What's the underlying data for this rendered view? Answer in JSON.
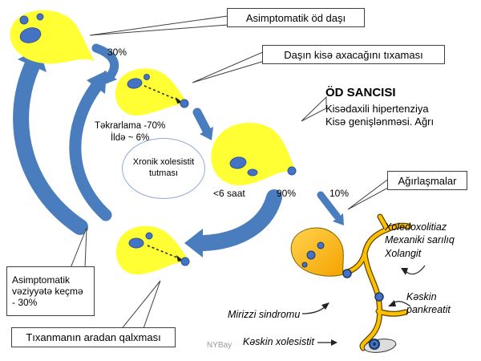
{
  "labels": {
    "asymptomatic_stone_box": "Asimptomatik öd daşı",
    "pct_30": "30%",
    "duct_blockage_box": "Daşın kisə axacağını tıxaması",
    "colic_title": "ÖD SANCISI",
    "colic_body": "Kisədaxili hipertenziya\nKisə genişlənməsi. Ağrı",
    "recurrence": "Təkrarlama -70%\nİldə ~ 6%",
    "chronic_ellipse": "Xronik xolesistit tutması",
    "under_6h": "<6 saat",
    "pct_90": "90%",
    "pct_10": "10%",
    "complications_box": "Ağırlaşmalar",
    "complications_list": "Xoledoxolitiaz\nMexaniki sarılıq\nXolangit",
    "acute_pancreatitis": "Kəskin pankreatit",
    "mirizzi": "Mirizzi sindromu",
    "acute_cholecystitis": "Kəskin xolesistit",
    "asymptomatic_return_box": "Asimptomatik vəziyyətə keçmə - 30%",
    "unblocking_box": "Tıxanmanın aradan qalxması",
    "watermark": "NYBay"
  },
  "colors": {
    "gallbladder_yellow": "#FFFF33",
    "stone_blue": "#4472C4",
    "arrow_blue": "#4A7DBE",
    "duct_orange": "#FFC000"
  }
}
